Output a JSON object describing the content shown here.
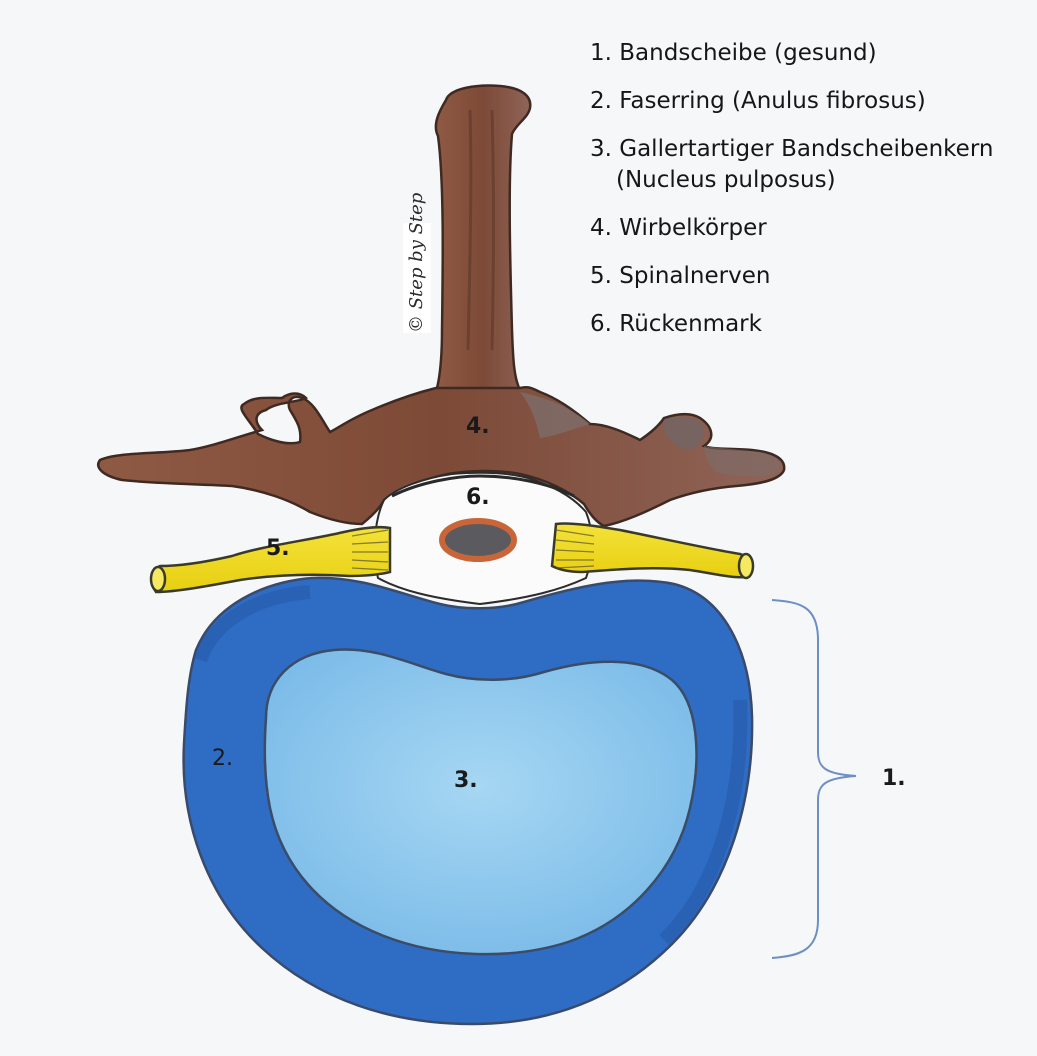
{
  "legend": [
    {
      "number": "1.",
      "text": "Bandscheibe (gesund)",
      "cont": ""
    },
    {
      "number": "2.",
      "text": "Faserring (Anulus fibrosus)",
      "cont": ""
    },
    {
      "number": "3.",
      "text": "Gallertartiger Bandscheibenkern",
      "cont": "(Nucleus pulposus)"
    },
    {
      "number": "4.",
      "text": "Wirbelkörper",
      "cont": ""
    },
    {
      "number": "5.",
      "text": "Spinalnerven",
      "cont": ""
    },
    {
      "number": "6.",
      "text": "Rückenmark",
      "cont": ""
    }
  ],
  "labels": {
    "disc": "1.",
    "annulus": "2.",
    "nucleus": "3.",
    "vertebra": "4.",
    "nerves": "5.",
    "spinal_cord": "6."
  },
  "watermark": "© Step by Step",
  "colors": {
    "background": "#f6f7f9",
    "bone": "#8a5440",
    "bone_dark": "#6b3e2e",
    "bone_grey": "#7a6f6b",
    "annulus": "#2f6cc4",
    "annulus_dark": "#1f4f9a",
    "nucleus": "#8fcaee",
    "nerve": "#f0dc1a",
    "cord_outer": "#c8663a",
    "cord_inner": "#5b5a5e",
    "bracket": "#6c8fc4"
  }
}
